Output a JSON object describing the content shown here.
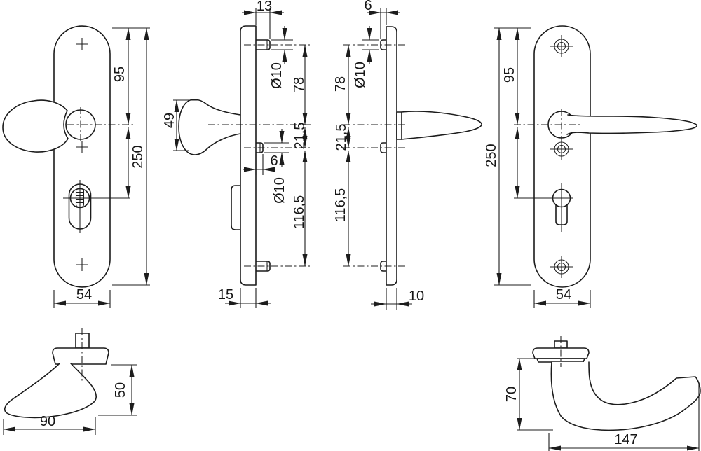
{
  "drawing": {
    "type": "technical-dimension-drawing",
    "subject": "door security fitting: knob backplate and lever backplate with handle profiles",
    "line_color": "#1c1c1c",
    "background_color": "#ffffff"
  },
  "dims": {
    "knob_plate_front": {
      "hole_offset": "95",
      "total_height": "250",
      "plate_width": "54"
    },
    "knob_plate_side": {
      "stud_length": "13",
      "stud_diameter": "Ø10",
      "top_pitch": "78",
      "knob_height": "49",
      "mid_pitch": "21,5",
      "mid_stud_length": "6",
      "mid_stud_diameter": "Ø10",
      "bottom_pitch": "116,5",
      "plate_thickness": "15"
    },
    "lever_plate_side": {
      "stud_length": "6",
      "stud_diameter": "Ø10",
      "top_pitch": "78",
      "mid_pitch": "21,5",
      "bottom_pitch": "116,5",
      "plate_thickness": "10"
    },
    "lever_plate_front": {
      "hole_offset": "95",
      "total_height": "250",
      "plate_width": "54"
    },
    "knob_profile": {
      "height": "50",
      "width": "90"
    },
    "lever_profile": {
      "height": "70",
      "width": "147"
    }
  }
}
